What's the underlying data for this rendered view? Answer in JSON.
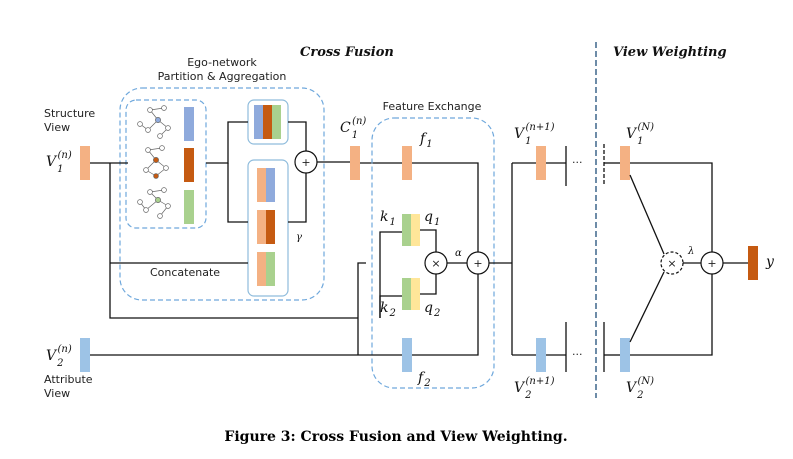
{
  "titles": {
    "cross_fusion": "Cross Fusion",
    "view_weighting": "View Weighting"
  },
  "labels": {
    "ego_network_line1": "Ego-network",
    "ego_network_line2": "Partition & Aggregation",
    "structure_view_line1": "Structure",
    "structure_view_line2": "View",
    "attribute_view_line1": "Attribute",
    "attribute_view_line2": "View",
    "feature_exchange": "Feature Exchange",
    "concatenate": "Concatenate",
    "gamma": "γ",
    "alpha": "α",
    "lambda": "λ",
    "plus": "+",
    "times": "×",
    "ellipsis": "···"
  },
  "math": {
    "v1n": {
      "base": "V",
      "sub": "1",
      "sup": "(n)"
    },
    "v2n": {
      "base": "V",
      "sub": "2",
      "sup": "(n)"
    },
    "c1n": {
      "base": "C",
      "sub": "1",
      "sup": "(n)"
    },
    "f1": {
      "base": "f",
      "sub": "1"
    },
    "f2": {
      "base": "f",
      "sub": "2"
    },
    "k1": {
      "base": "k",
      "sub": "1"
    },
    "k2": {
      "base": "k",
      "sub": "2"
    },
    "q1": {
      "base": "q",
      "sub": "1"
    },
    "q2": {
      "base": "q",
      "sub": "2"
    },
    "v1n1": {
      "base": "V",
      "sub": "1",
      "sup": "(n+1)"
    },
    "v2n1": {
      "base": "V",
      "sub": "2",
      "sup": "(n+1)"
    },
    "v1N": {
      "base": "V",
      "sub": "1",
      "sup": "(N)"
    },
    "v2N": {
      "base": "V",
      "sub": "2",
      "sup": "(N)"
    },
    "y": "y"
  },
  "caption": "Figure 3: Cross Fusion and View Weighting.",
  "colors": {
    "structure": "#f4b183",
    "attribute": "#9dc3e6",
    "blue": "#8faadc",
    "orange": "#c55a11",
    "green": "#a9d18e",
    "yellow": "#ffe699",
    "output": "#c55a11",
    "box_border": "#6fa8dc"
  }
}
